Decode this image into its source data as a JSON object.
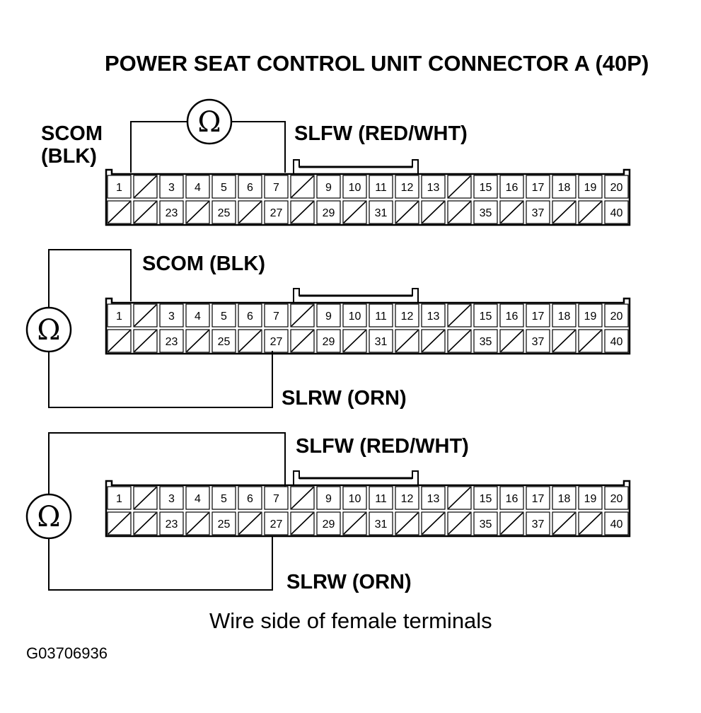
{
  "title": "POWER SEAT CONTROL UNIT CONNECTOR A (40P)",
  "connector": {
    "top_row": [
      "1",
      "",
      "3",
      "4",
      "5",
      "6",
      "7",
      "",
      "9",
      "10",
      "11",
      "12",
      "13",
      "",
      "15",
      "16",
      "17",
      "18",
      "19",
      "20"
    ],
    "bottom_row": [
      "",
      "",
      "23",
      "",
      "25",
      "",
      "27",
      "",
      "29",
      "",
      "31",
      "",
      "",
      "",
      "35",
      "",
      "37",
      "",
      "",
      "40"
    ]
  },
  "meter_symbol": "Ω",
  "tests": [
    {
      "labels": [
        {
          "text": "SCOM",
          "text2": "(BLK)"
        },
        {
          "text": "SLFW (RED/WHT)"
        }
      ]
    },
    {
      "labels": [
        {
          "text": "SCOM (BLK)"
        },
        {
          "text": "SLRW (ORN)"
        }
      ]
    },
    {
      "labels": [
        {
          "text": "SLFW (RED/WHT)"
        },
        {
          "text": "SLRW (ORN)"
        }
      ]
    }
  ],
  "caption": "Wire side of female terminals",
  "figure_id": "G03706936"
}
